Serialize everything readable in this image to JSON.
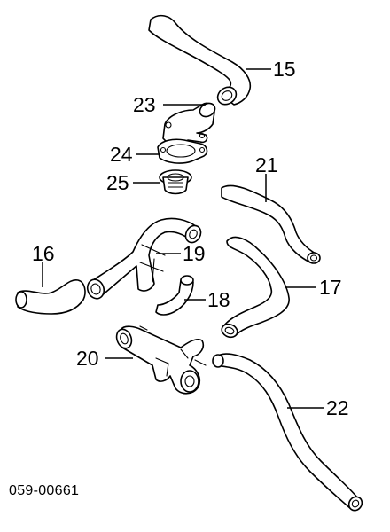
{
  "figure_code": "059-00661",
  "callouts": {
    "p15": "15",
    "p16": "16",
    "p17": "17",
    "p18": "18",
    "p19": "19",
    "p20": "20",
    "p21": "21",
    "p22": "22",
    "p23": "23",
    "p24": "24",
    "p25": "25"
  }
}
